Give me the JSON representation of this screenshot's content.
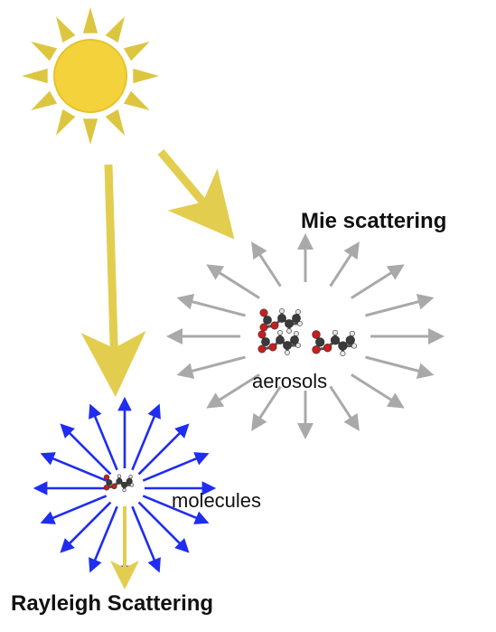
{
  "labels": {
    "mie_title": "Mie scattering",
    "aerosols": "aerosols",
    "molecules": "molecules",
    "rayleigh_title": "Rayleigh Scattering"
  },
  "colors": {
    "sun_fill": "#f3d23c",
    "sun_ray": "#dcc640",
    "sunlight_arrow": "#e3cd4f",
    "mie_arrow": "#a9a9a9",
    "rayleigh_arrow": "#1f2df0",
    "atom_carbon": "#3a3a3a",
    "atom_oxygen": "#c81e1e",
    "atom_hydrogen": "#e6e6e6"
  },
  "icons": {
    "sun": "sun-icon",
    "aerosol": "aerosol-molecule-icon",
    "molecule": "small-molecule-icon"
  }
}
